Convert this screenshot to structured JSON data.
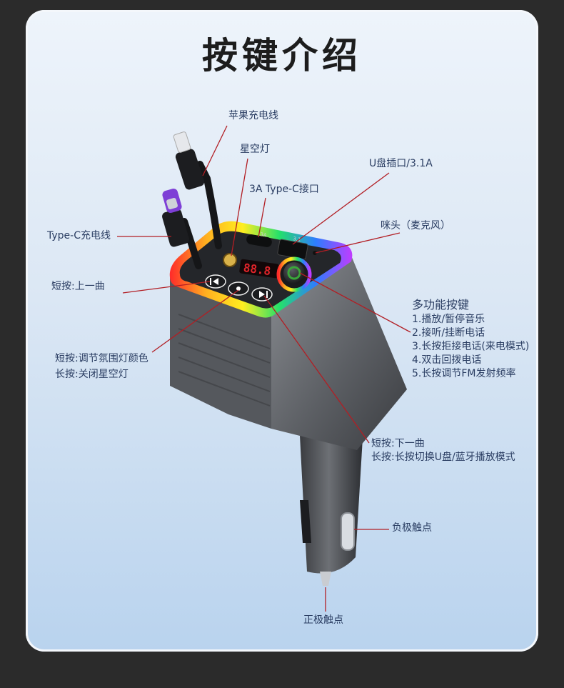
{
  "title": "按键介绍",
  "labels": {
    "apple_cable": "苹果充电线",
    "star_light": "星空灯",
    "type_c_port": "3A Type-C接口",
    "usb_port": "U盘插口/3.1A",
    "type_c_cable": "Type-C充电线",
    "mic": "咪头（麦克风）",
    "prev_track": "短按:上一曲",
    "light_button_short": "短按:调节氛围灯颜色",
    "light_button_long": "长按:关闭星空灯",
    "next_track_short": "短按:下一曲",
    "next_track_long": "长按:长按切换U盘/蓝牙播放模式",
    "negative_contact": "负极触点",
    "positive_contact": "正极触点"
  },
  "multifunction": {
    "heading": "多功能按键",
    "items": [
      "1.播放/暂停音乐",
      "2.接听/挂断电话",
      "3.长按拒接电话(来电模式)",
      "4.双击回拨电话",
      "5.长按调节FM发射频率"
    ]
  },
  "device": {
    "display_value": "88.8",
    "port_label_3a": "3A",
    "port_label_usb": "3.1",
    "colors": {
      "body": "#6b6e73",
      "body_dark": "#2e3035",
      "display_red": "#e1242a",
      "knob_ring": "#3aa63a",
      "leader_line": "#b21e24"
    }
  }
}
